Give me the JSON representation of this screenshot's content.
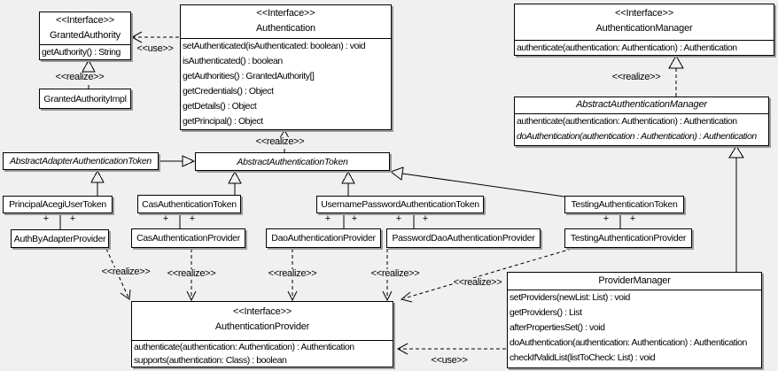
{
  "canvas": {
    "background": "#f0f0f0",
    "box_fill": "#ffffff",
    "border_color": "#000000",
    "shadow_color": "#9b9b9b"
  },
  "labels": {
    "use": "<<use>>",
    "realize": "<<realize>>",
    "plus": "+",
    "interface_stereotype": "<<Interface>>"
  },
  "classes": {
    "granted_authority": {
      "stereotype": "<<Interface>>",
      "name": "GrantedAuthority",
      "methods": [
        "getAuthority() : String"
      ]
    },
    "granted_authority_impl": {
      "name": "GrantedAuthorityImpl"
    },
    "authentication": {
      "stereotype": "<<Interface>>",
      "name": "Authentication",
      "methods": [
        "setAuthenticated(isAuthenticated: boolean) : void",
        "isAuthenticated() : boolean",
        "getAuthorities() : GrantedAuthority[]",
        "getCredentials() : Object",
        "getDetails() : Object",
        "getPrincipal() : Object"
      ]
    },
    "authentication_manager": {
      "stereotype": "<<Interface>>",
      "name": "AuthenticationManager",
      "methods": [
        "authenticate(authentication: Authentication) : Authentication"
      ]
    },
    "abstract_authentication_manager": {
      "name": "AbstractAuthenticationManager",
      "methods": [
        "authenticate(authentication: Authentication) : Authentication",
        "doAuthentication(authentication : Authentication) : Authentication"
      ]
    },
    "abstract_adapter_authentication_token": {
      "name": "AbstractAdapterAuthenticationToken"
    },
    "abstract_authentication_token": {
      "name": "AbstractAuthenticationToken"
    },
    "principal_acegi_user_token": {
      "name": "PrincipalAcegiUserToken"
    },
    "cas_authentication_token": {
      "name": "CasAuthenticationToken"
    },
    "username_password_authentication_token": {
      "name": "UsernamePasswordAuthenticationToken"
    },
    "testing_authentication_token": {
      "name": "TestingAuthenticationToken"
    },
    "auth_by_adapter_provider": {
      "name": "AuthByAdapterProvider"
    },
    "cas_authentication_provider": {
      "name": "CasAuthenticationProvider"
    },
    "dao_authentication_provider": {
      "name": "DaoAuthenticationProvider"
    },
    "password_dao_authentication_provider": {
      "name": "PasswordDaoAuthenticationProvider"
    },
    "testing_authentication_provider": {
      "name": "TestingAuthenticationProvider"
    },
    "authentication_provider": {
      "stereotype": "<<Interface>>",
      "name": "AuthenticationProvider",
      "methods": [
        "authenticate(authentication: Authentication) : Authentication",
        "supports(authentication: Class) : boolean"
      ]
    },
    "provider_manager": {
      "name": "ProviderManager",
      "methods": [
        "setProviders(newList: List) : void",
        "getProviders() : List",
        "afterPropertiesSet() : void",
        "doAuthentication(authentication: Authentication) : Authentication",
        "checkIfValidList(listToCheck: List) : void"
      ]
    }
  }
}
